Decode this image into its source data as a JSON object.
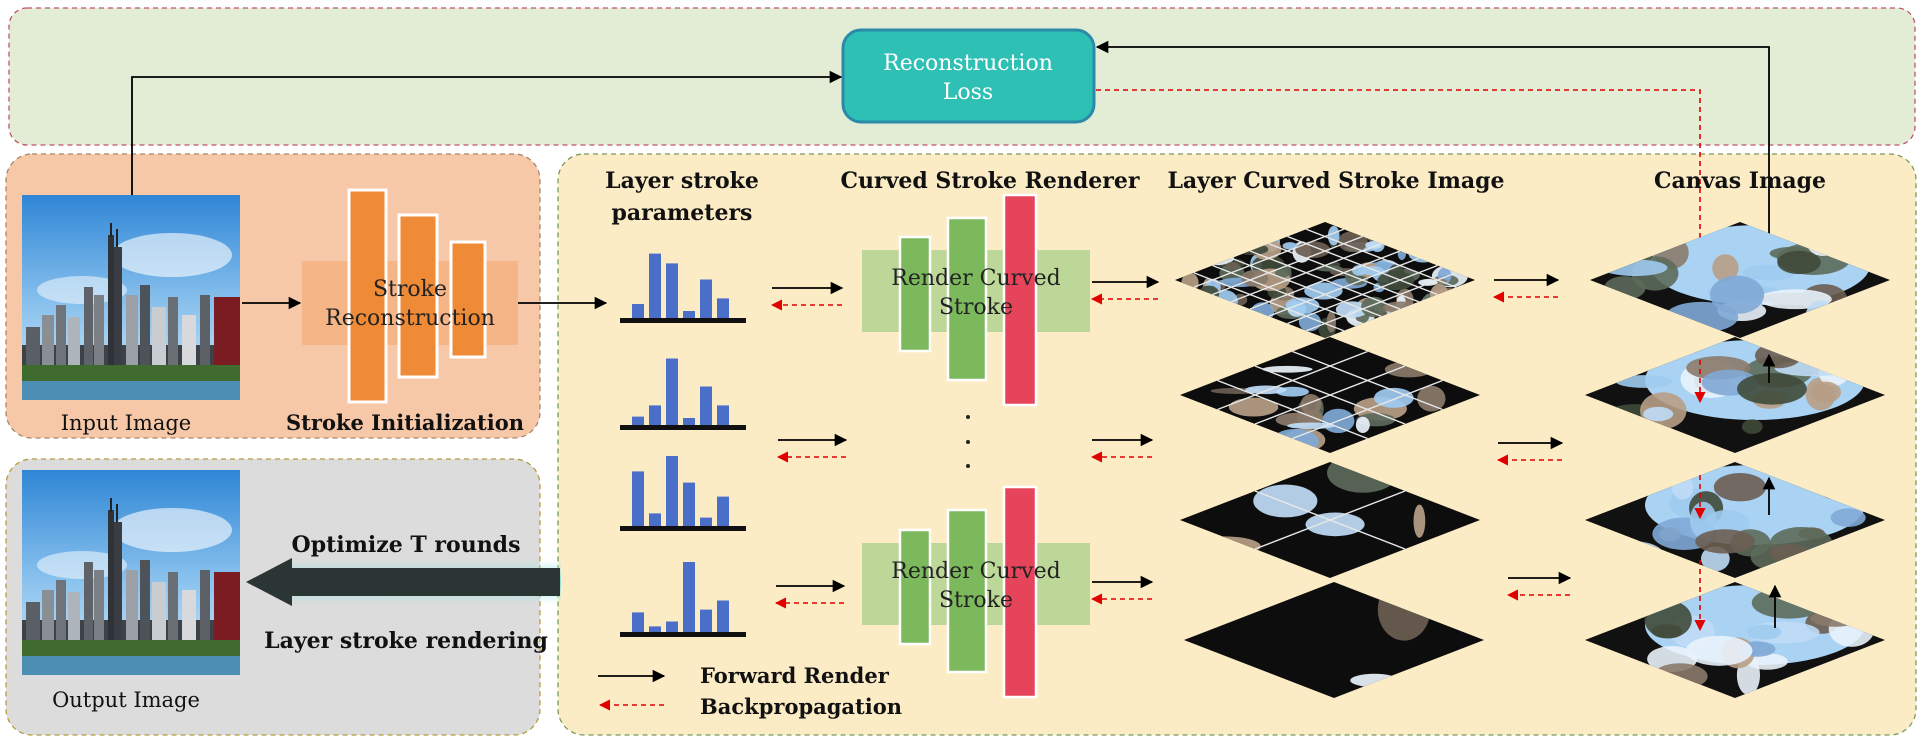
{
  "loss": {
    "line1": "Reconstruction",
    "line2": "Loss"
  },
  "init": {
    "input_label": "Input Image",
    "net_line1": "Stroke",
    "net_line2": "Reconstruction",
    "title": "Stroke Initialization"
  },
  "output": {
    "image_label": "Output Image",
    "optimize": "Optimize T rounds",
    "rendering": "Layer stroke rendering"
  },
  "main": {
    "params_line1": "Layer stroke",
    "params_line2": "parameters",
    "renderer_title": "Curved Stroke Renderer",
    "render_line1": "Render Curved",
    "render_line2": "Stroke",
    "layer_image_title": "Layer Curved Stroke Image",
    "canvas_title": "Canvas Image",
    "ellipsis": "·\n·\n·"
  },
  "legend": {
    "forward": "Forward Render",
    "backward": "Backpropagation"
  },
  "colors": {
    "loss_fill": "#2ec0b4",
    "init_panel": "#f7c8a8",
    "main_panel": "#fbecc6",
    "top_panel": "#e3edd6",
    "output_panel": "#dcdcdc",
    "net_bar": "#ef8a37",
    "render_green": "#7cb95c",
    "render_red": "#e6445a",
    "hist_bar": "#4a6fc9",
    "backprop": "#e00000"
  }
}
